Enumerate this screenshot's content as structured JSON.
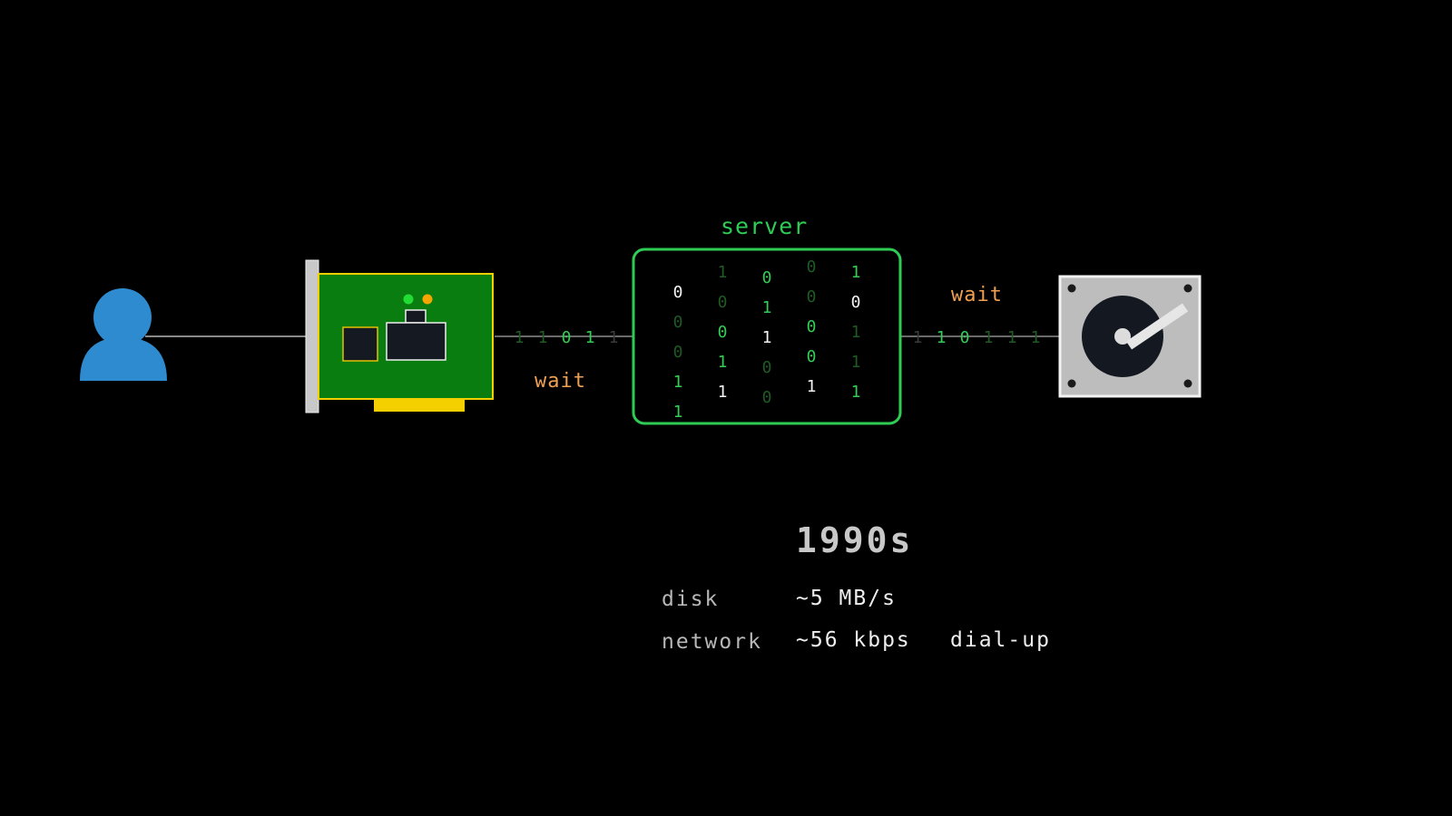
{
  "server": {
    "label": "server",
    "columns": [
      [
        {
          "b": "0",
          "t": "w"
        },
        {
          "b": "0",
          "t": "d"
        },
        {
          "b": "0",
          "t": "d"
        },
        {
          "b": "1",
          "t": "g"
        },
        {
          "b": "1",
          "t": "g"
        }
      ],
      [
        {
          "b": "1",
          "t": "d"
        },
        {
          "b": "0",
          "t": "d"
        },
        {
          "b": "0",
          "t": "g"
        },
        {
          "b": "1",
          "t": "g"
        },
        {
          "b": "1",
          "t": "w"
        }
      ],
      [
        {
          "b": "0",
          "t": "g"
        },
        {
          "b": "1",
          "t": "g"
        },
        {
          "b": "1",
          "t": "w"
        },
        {
          "b": "0",
          "t": "d"
        },
        {
          "b": "0",
          "t": "d"
        }
      ],
      [
        {
          "b": "0",
          "t": "d"
        },
        {
          "b": "0",
          "t": "d"
        },
        {
          "b": "0",
          "t": "g"
        },
        {
          "b": "0",
          "t": "g"
        },
        {
          "b": "1",
          "t": "w"
        }
      ],
      [
        {
          "b": "1",
          "t": "g"
        },
        {
          "b": "0",
          "t": "w"
        },
        {
          "b": "1",
          "t": "d"
        },
        {
          "b": "1",
          "t": "d"
        },
        {
          "b": "1",
          "t": "g"
        }
      ]
    ]
  },
  "left_stream": [
    {
      "b": "1",
      "t": "d"
    },
    {
      "b": "1",
      "t": "d"
    },
    {
      "b": "0",
      "t": "g"
    },
    {
      "b": "1",
      "t": "g"
    },
    {
      "b": "1",
      "t": "f"
    }
  ],
  "right_stream": [
    {
      "b": "1",
      "t": "f"
    },
    {
      "b": "1",
      "t": "g"
    },
    {
      "b": "0",
      "t": "g"
    },
    {
      "b": "1",
      "t": "d"
    },
    {
      "b": "1",
      "t": "d"
    },
    {
      "b": "1",
      "t": "d"
    }
  ],
  "wait_left": "wait",
  "wait_right": "wait",
  "era": "1990s",
  "metrics": {
    "disk_label": "disk",
    "disk_value": "~5 MB/s",
    "network_label": "network",
    "network_value": "~56 kbps",
    "network_note": "dial-up"
  },
  "colors": {
    "background": "#000000",
    "server_green": "#2ecc55",
    "wait_orange": "#f0a050",
    "user_blue": "#2e8bd0",
    "card_green": "#0a7d10",
    "card_yellow": "#f5d000",
    "disk_gray": "#bdbdbd"
  },
  "icons": [
    "user-icon",
    "network-card-icon",
    "hard-disk-icon"
  ]
}
